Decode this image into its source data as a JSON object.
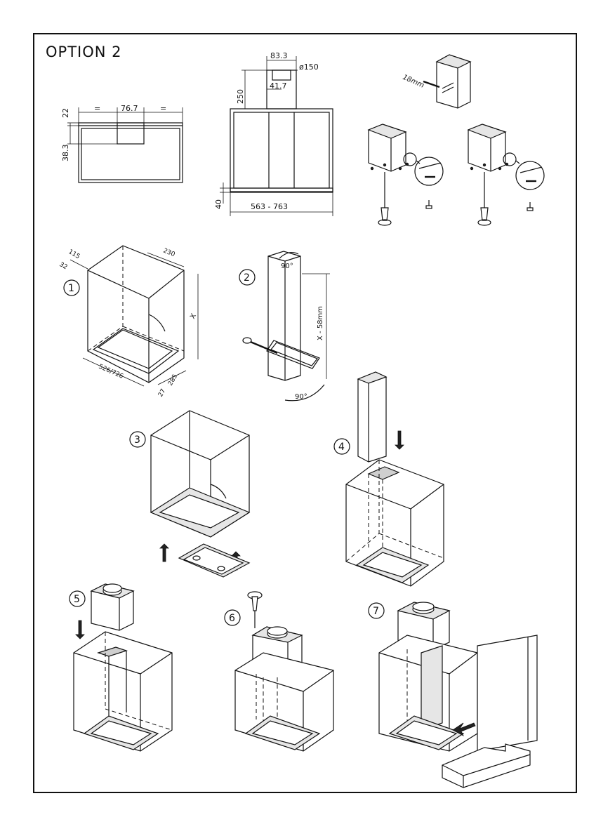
{
  "title": "OPTION  2",
  "dims_top_left": {
    "eq_left": "=",
    "width": "76.7",
    "eq_right": "=",
    "height_top": "22",
    "height_mid": "38.3"
  },
  "dims_top_center": {
    "width_top": "83.3",
    "diameter": "ø150",
    "half": "41.7",
    "chimney_height": "250",
    "plinth": "40",
    "width_range": "563 - 763"
  },
  "dims_top_right": {
    "thickness": "18mm"
  },
  "steps": [
    "1",
    "2",
    "3",
    "4",
    "5",
    "6",
    "7"
  ],
  "step1_dims": {
    "d32": "32",
    "d115": "115",
    "d230": "230",
    "d526": "526/726",
    "d27": "27",
    "d285": "285",
    "height": "X"
  },
  "step2_dims": {
    "angle_top": "90°",
    "angle_bottom": "90°",
    "length": "X - 58mm"
  }
}
